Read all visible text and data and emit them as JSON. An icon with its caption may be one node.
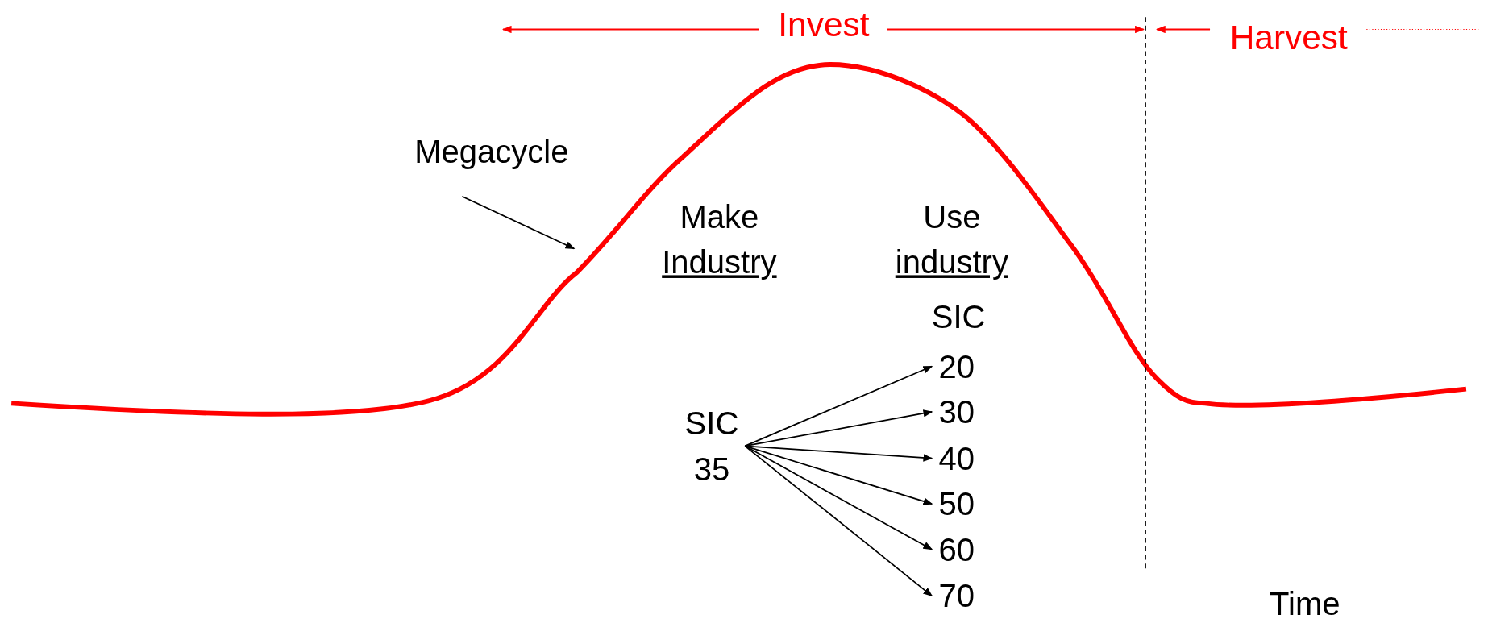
{
  "diagram": {
    "nodes": [
      {
        "text": [
          "Megacycle"
        ]
      },
      {
        "text": [
          "SIC 35"
        ]
      },
      {
        "text": [
          "20"
        ]
      },
      {
        "text": [
          "30"
        ]
      },
      {
        "text": [
          "40"
        ]
      },
      {
        "text": [
          "50"
        ]
      },
      {
        "text": [
          "60"
        ]
      },
      {
        "text": [
          "70"
        ]
      }
    ],
    "edges": [
      {
        "from": 0,
        "to": null,
        "arrow": "to"
      },
      {
        "from": 1,
        "to": 2,
        "arrow": "to"
      },
      {
        "from": 1,
        "to": 3,
        "arrow": "to"
      },
      {
        "from": 1,
        "to": 4,
        "arrow": "to"
      },
      {
        "from": 1,
        "to": 5,
        "arrow": "to"
      },
      {
        "from": 1,
        "to": 6,
        "arrow": "to"
      },
      {
        "from": 1,
        "to": 7,
        "arrow": "to"
      }
    ],
    "labels": [
      "Invest",
      "Harvest",
      "Make Industry",
      "Use industry",
      "SIC",
      "Time"
    ]
  }
}
